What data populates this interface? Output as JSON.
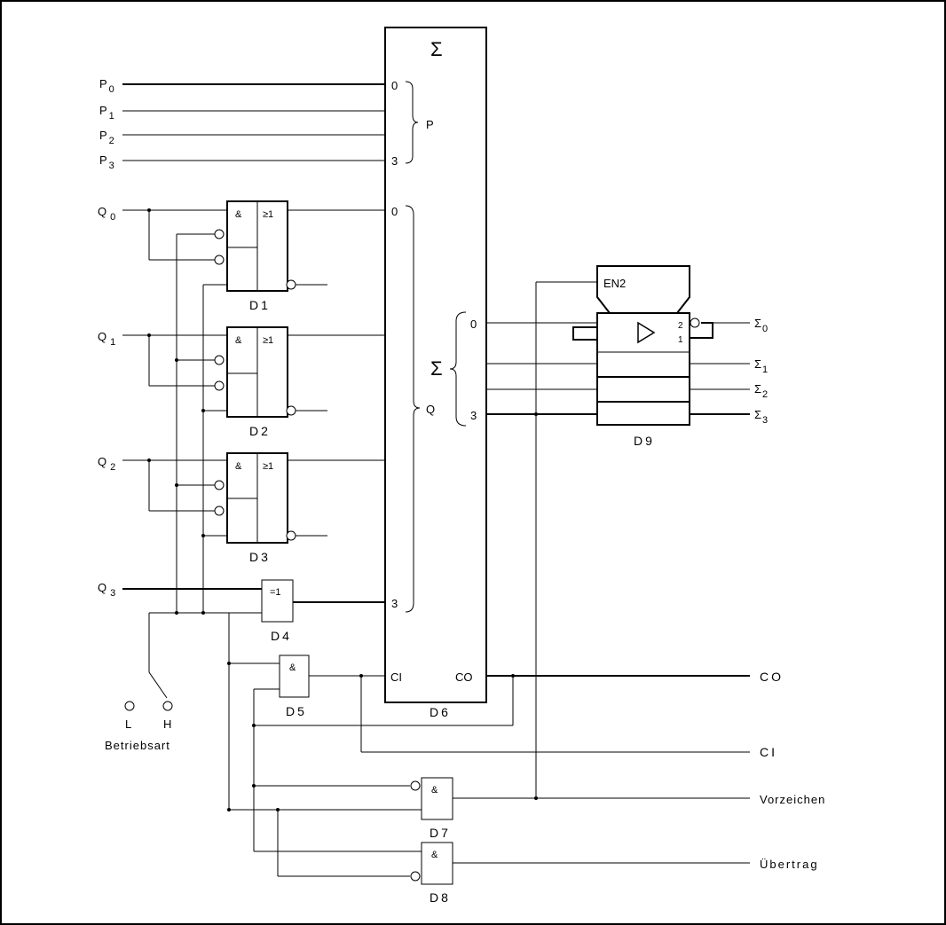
{
  "inputs": [
    {
      "id": "P0",
      "base": "P",
      "sub": "0"
    },
    {
      "id": "P1",
      "base": "P",
      "sub": "1"
    },
    {
      "id": "P2",
      "base": "P",
      "sub": "2"
    },
    {
      "id": "P3",
      "base": "P",
      "sub": "3"
    },
    {
      "id": "Q0",
      "base": "Q",
      "sub": "0"
    },
    {
      "id": "Q1",
      "base": "Q",
      "sub": "1"
    },
    {
      "id": "Q2",
      "base": "Q",
      "sub": "2"
    },
    {
      "id": "Q3",
      "base": "Q",
      "sub": "3"
    }
  ],
  "adder": {
    "sigma": "Σ",
    "group_p": "P",
    "group_q": "Q",
    "pin_first": "0",
    "pin_last": "3",
    "carry_in": "CI",
    "carry_out": "CO",
    "name": "D6"
  },
  "gates": {
    "and_symbol": "&",
    "or_symbol": "≥1",
    "xor_symbol": "=1",
    "enable": "EN2",
    "pin_two": "2",
    "pin_one": "1"
  },
  "names": {
    "d1": "D1",
    "d2": "D2",
    "d3": "D3",
    "d4": "D4",
    "d5": "D5",
    "d7": "D7",
    "d8": "D8",
    "d9": "D9"
  },
  "outputs": [
    {
      "id": "S0",
      "base": "Σ",
      "sub": "0"
    },
    {
      "id": "S1",
      "base": "Σ",
      "sub": "1"
    },
    {
      "id": "S2",
      "base": "Σ",
      "sub": "2"
    },
    {
      "id": "S3",
      "base": "Σ",
      "sub": "3"
    }
  ],
  "signals": {
    "co": "CO",
    "ci": "CI",
    "sign": "Vorzeichen",
    "carry": "Übertrag"
  },
  "mode": {
    "low": "L",
    "high": "H",
    "label": "Betriebsart"
  }
}
